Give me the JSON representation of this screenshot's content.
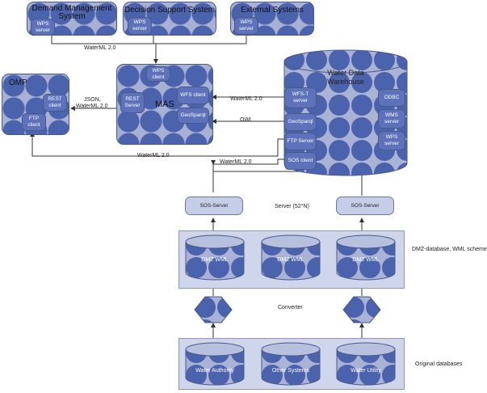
{
  "top_systems": {
    "demand": {
      "title": "Demand Management System",
      "server": "WPS server"
    },
    "decision": {
      "title": "Decision Support System",
      "server": "WPS server"
    },
    "external": {
      "title": "External Systems",
      "server": "WPS server"
    }
  },
  "omp": {
    "title": "OMP",
    "rest": "REST client",
    "ftp": "FTP client"
  },
  "mas": {
    "title": "MAS",
    "wps_client": "WPS client",
    "rest_server": "REST Server",
    "wfs_client": "WFS client",
    "geosparql": "GeoSparql"
  },
  "warehouse": {
    "title": "Water Data Warehouse",
    "wfst": "WFS-T server",
    "geosparql": "GeoSparql",
    "ftp": "FTP Server",
    "sos": "SOS client",
    "odbc": "ODBC",
    "wms": "WMS server",
    "wps": "WPS server"
  },
  "edges": {
    "wml_top": "WaterML 2.0",
    "json": "JSON,",
    "json2": "WaterML 2.0",
    "wml_wfs": "WaterML 2.0",
    "owl": "OWL",
    "wml_omp": "WaterML 2.0",
    "wml_sos": "WaterML 2.0"
  },
  "servers": {
    "left": "SOS-Server",
    "right": "SOS-Server",
    "label": "Server (52°N)"
  },
  "dmz": {
    "items": [
      "DMZ WML",
      "DMZ WML",
      "DMZ WML"
    ],
    "label": "DMZ-database, WML scheme"
  },
  "converter": {
    "label": "Converter"
  },
  "original": {
    "items": [
      "Water Authority",
      "Other Systems",
      "Water Utility"
    ],
    "label": "Original databases"
  },
  "colors": {
    "blue": "#4b62ad",
    "light": "#a7b1d4",
    "panel": "#cfd5ea"
  }
}
